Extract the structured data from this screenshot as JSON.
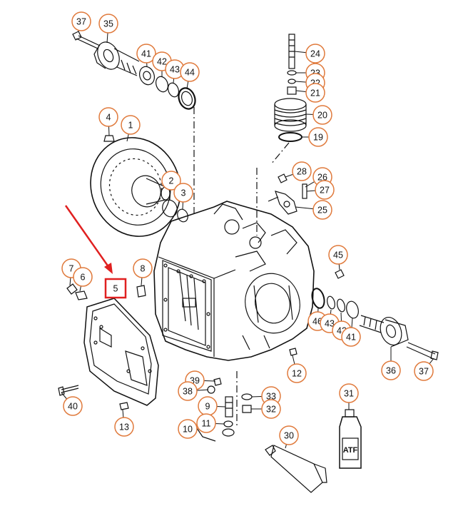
{
  "diagram": {
    "callout_color": "#e07a3c",
    "highlight_color": "#e02020",
    "line_color": "#111111",
    "highlighted_part": "5",
    "labels": [
      "37",
      "35",
      "41",
      "42",
      "43",
      "44",
      "24",
      "23",
      "22",
      "21",
      "20",
      "19",
      "4",
      "1",
      "2",
      "3",
      "28",
      "26",
      "27",
      "25",
      "7",
      "6",
      "5",
      "8",
      "45",
      "46",
      "43",
      "42",
      "41",
      "36",
      "37",
      "12",
      "39",
      "38",
      "9",
      "33",
      "32",
      "11",
      "10",
      "40",
      "13",
      "31",
      "30"
    ],
    "bottle_text": "ATF"
  }
}
